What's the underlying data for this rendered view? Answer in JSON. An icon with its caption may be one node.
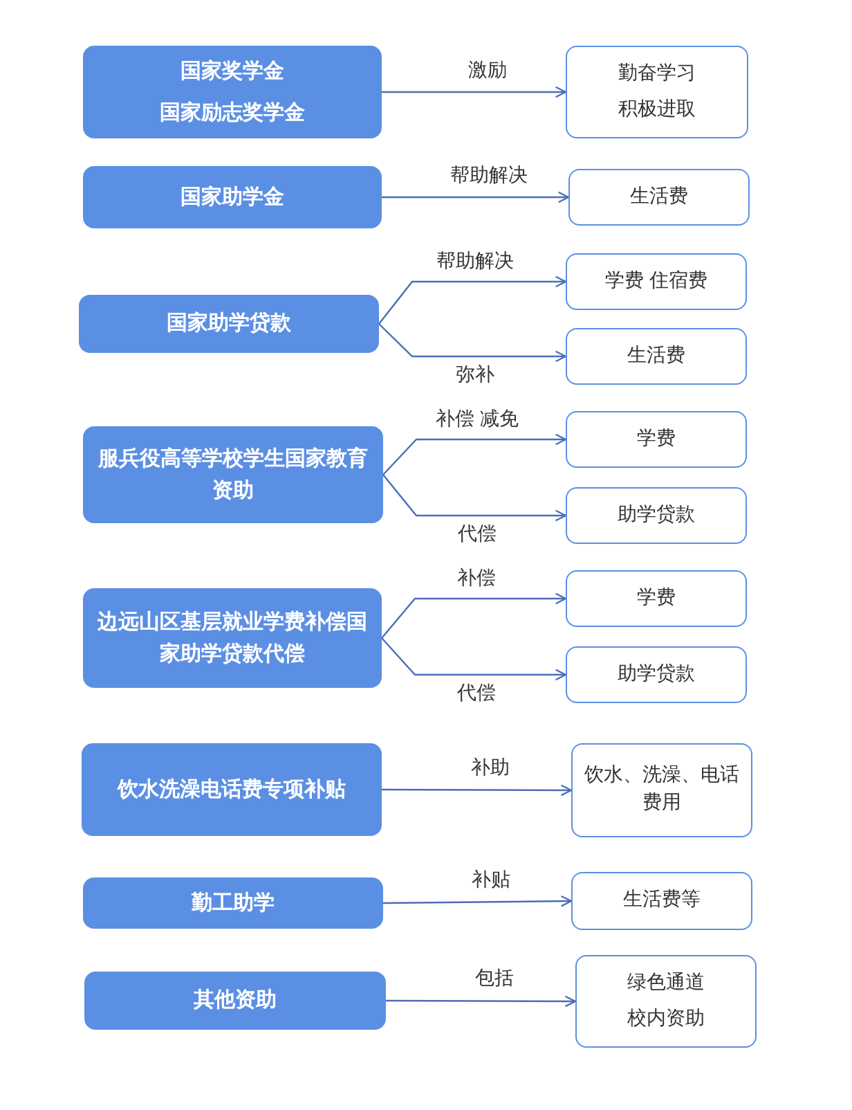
{
  "diagram": {
    "nodes": [
      {
        "text": [
          "国家奖学金",
          "国家励志奖学金"
        ]
      },
      {
        "text": [
          "勤奋学习",
          "积极进取"
        ]
      },
      {
        "text": [
          "国家助学金"
        ]
      },
      {
        "text": [
          "生活费"
        ]
      },
      {
        "text": [
          "国家助学贷款"
        ]
      },
      {
        "text": [
          "学费 住宿费"
        ]
      },
      {
        "text": [
          "生活费"
        ]
      },
      {
        "text": [
          "服兵役高等学校学生国家教育资助"
        ]
      },
      {
        "text": [
          "学费"
        ]
      },
      {
        "text": [
          "助学贷款"
        ]
      },
      {
        "text": [
          "边远山区基层就业学费补偿国家助学贷款代偿"
        ]
      },
      {
        "text": [
          "学费"
        ]
      },
      {
        "text": [
          "助学贷款"
        ]
      },
      {
        "text": [
          "饮水洗澡电话费专项补贴"
        ]
      },
      {
        "text": [
          "饮水、洗澡、电话费用"
        ]
      },
      {
        "text": [
          "勤工助学"
        ]
      },
      {
        "text": [
          "生活费等"
        ]
      },
      {
        "text": [
          "其他资助"
        ]
      },
      {
        "text": [
          "绿色通道",
          "校内资助"
        ]
      }
    ],
    "edges": [
      {
        "from": 0,
        "to": 1,
        "arrow": "to",
        "label": "激励"
      },
      {
        "from": 2,
        "to": 3,
        "arrow": "to",
        "label": "帮助解决"
      },
      {
        "from": 4,
        "to": 5,
        "arrow": "to",
        "label": "帮助解决"
      },
      {
        "from": 4,
        "to": 6,
        "arrow": "to",
        "label": "弥补"
      },
      {
        "from": 7,
        "to": 8,
        "arrow": "to",
        "label": "补偿 减免"
      },
      {
        "from": 7,
        "to": 9,
        "arrow": "to",
        "label": "代偿"
      },
      {
        "from": 10,
        "to": 11,
        "arrow": "to",
        "label": "补偿"
      },
      {
        "from": 10,
        "to": 12,
        "arrow": "to",
        "label": "代偿"
      },
      {
        "from": 13,
        "to": 14,
        "arrow": "to",
        "label": "补助"
      },
      {
        "from": 15,
        "to": 16,
        "arrow": "to",
        "label": "补贴"
      },
      {
        "from": 17,
        "to": 18,
        "arrow": "to",
        "label": "包括"
      }
    ]
  }
}
